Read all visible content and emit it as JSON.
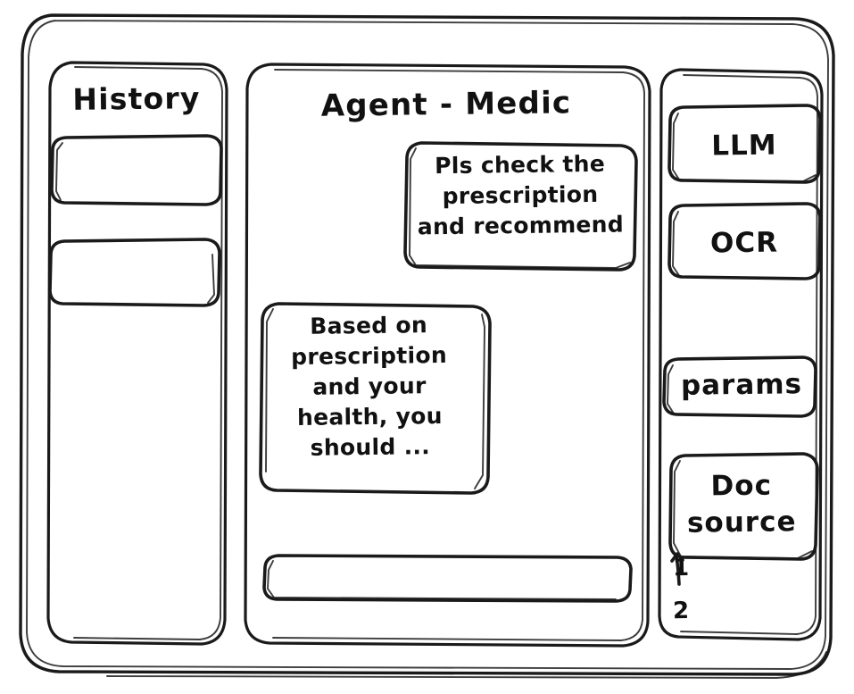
{
  "window": {
    "name": "agent-wireframe-window"
  },
  "sidebar_left": {
    "title": "History",
    "items": [
      {
        "label": ""
      },
      {
        "label": ""
      }
    ]
  },
  "main": {
    "title": "Agent - Medic",
    "messages": [
      {
        "role": "user",
        "text": "Pls check the\nprescription\nand recommend"
      },
      {
        "role": "assistant",
        "text": "Based on\nprescription\nand your\nhealth, you\nshould ..."
      }
    ],
    "composer": {
      "value": "",
      "placeholder": ""
    }
  },
  "sidebar_right": {
    "tools": [
      {
        "label": "LLM"
      },
      {
        "label": "OCR"
      }
    ],
    "params_label": "params",
    "doc_source": {
      "label": "Doc\nsource",
      "items": [
        {
          "label": "1"
        },
        {
          "label": "2"
        }
      ]
    }
  },
  "colors": {
    "ink": "#1a1a1a",
    "paper": "#ffffff"
  }
}
